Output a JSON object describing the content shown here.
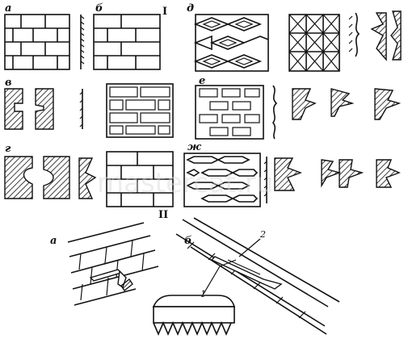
{
  "section_labels": {
    "section_1": "I",
    "section_2": "II"
  },
  "panel_labels": {
    "a": "а",
    "b": "б",
    "v": "в",
    "g": "г",
    "d": "д",
    "e": "е",
    "zh": "ж",
    "ii_a": "а",
    "ii_b": "б"
  },
  "callouts": {
    "one": "1",
    "two": "2"
  },
  "watermark": "mastercat.ru"
}
